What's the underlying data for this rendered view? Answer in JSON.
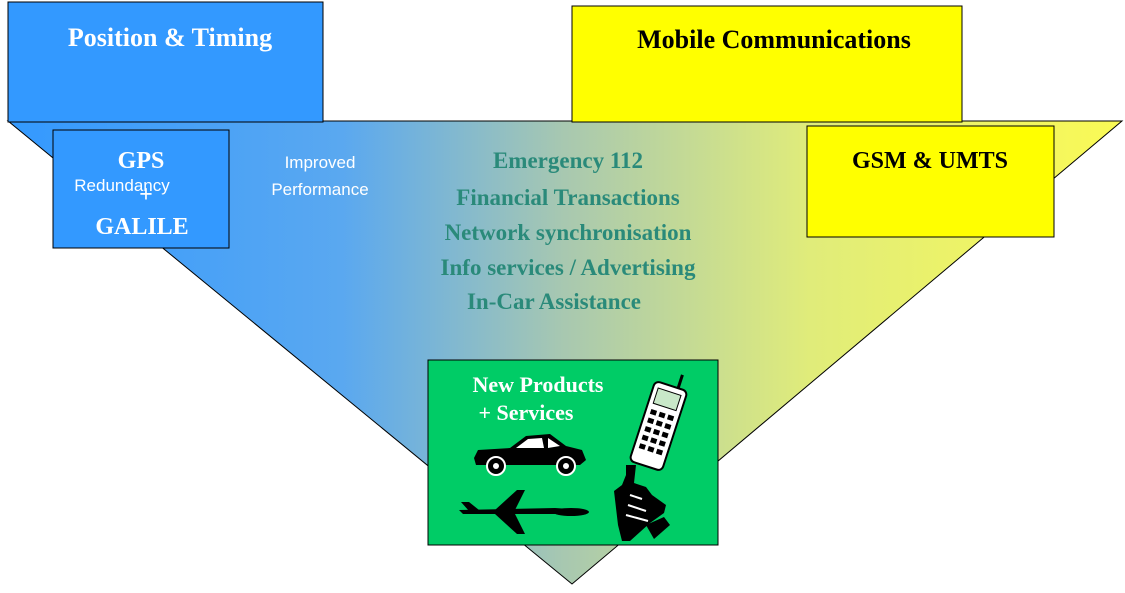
{
  "left_domain": {
    "title": "Position & Timing"
  },
  "right_domain": {
    "title": "Mobile Communications"
  },
  "left_system": {
    "line1": "GPS",
    "line2": "+",
    "line3": "GALILE"
  },
  "right_system": {
    "label": "GSM & UMTS"
  },
  "benefits": {
    "redundancy": "Redundancy",
    "improved_line1": "Improved",
    "improved_line2": "Performance"
  },
  "applications": [
    "Emergency 112",
    "Financial Transactions",
    "Network synchronisation",
    "Info services / Advertising",
    "In-Car Assistance"
  ],
  "result": {
    "line1": "New Products",
    "line2": "+ Services"
  },
  "colors": {
    "blue": "#3399ff",
    "yellow": "#ffff00",
    "green": "#00cc66",
    "teal_text": "#2a8a7a",
    "gradient_mid": "#a8c8b0",
    "gradient_right": "#f4f46a"
  },
  "icons": [
    "car-icon",
    "mobile-phone-icon",
    "airplane-icon",
    "ship-icon"
  ]
}
